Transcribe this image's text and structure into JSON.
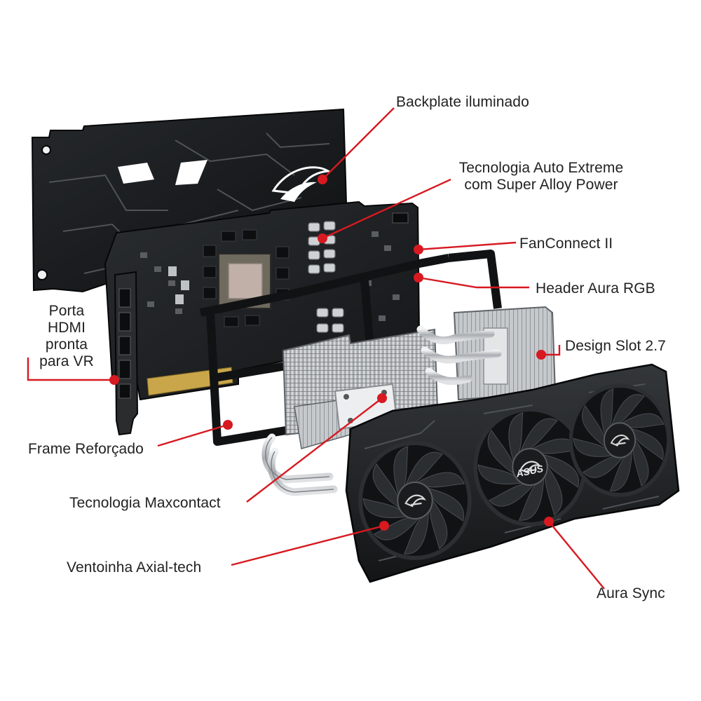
{
  "colors": {
    "callout": "#d71920",
    "text": "#222222",
    "pcb": "#1b1d1f",
    "backplate": "#151719",
    "metal": "#c9ccd0",
    "shroud": "#202224"
  },
  "icons": [
    "rog-eye-logo",
    "asus-logo",
    "fan-icon"
  ],
  "labels": {
    "backplate": "Backplate iluminado",
    "auto_extreme_1": "Tecnologia Auto Extreme",
    "auto_extreme_2": "com Super Alloy Power",
    "fanconnect": "FanConnect II",
    "header_aura": "Header Aura RGB",
    "slot": "Design Slot 2.7",
    "hdmi_1": "Porta",
    "hdmi_2": "HDMI",
    "hdmi_3": "pronta",
    "hdmi_4": "para VR",
    "frame": "Frame Reforçado",
    "maxcontact": "Tecnologia Maxcontact",
    "axial": "Ventoinha Axial-tech",
    "aura_sync": "Aura Sync"
  },
  "brand": {
    "asus": "ASUS"
  }
}
